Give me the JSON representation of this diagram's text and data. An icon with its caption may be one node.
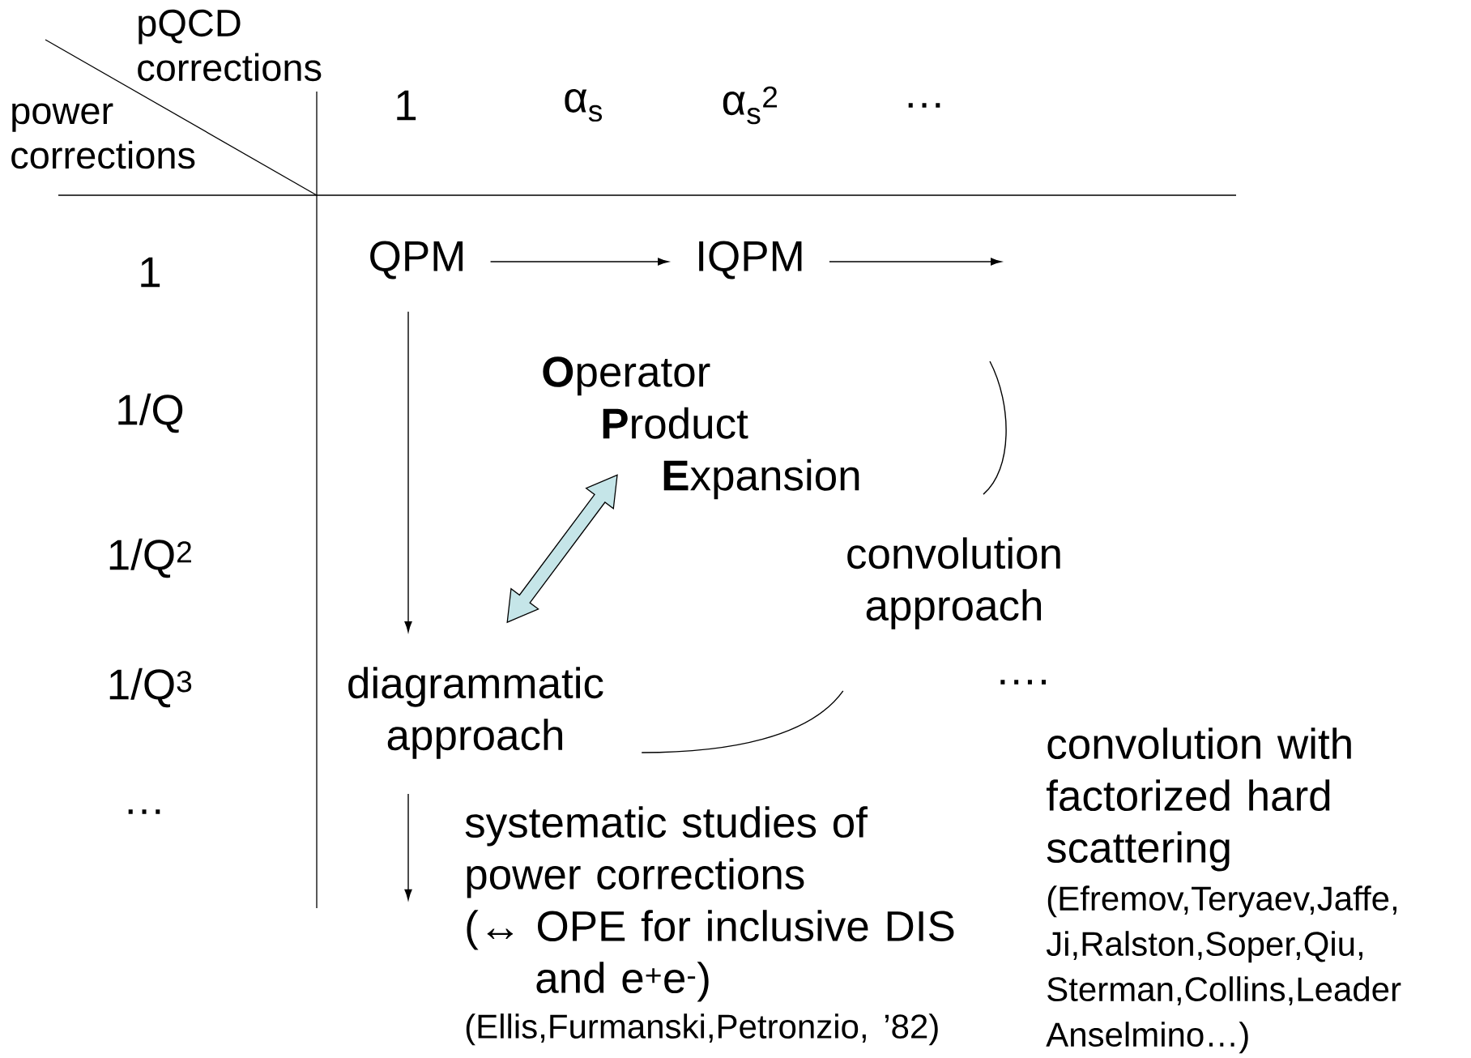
{
  "diagram": {
    "nodes": [
      {
        "text": [
          "QPM"
        ]
      },
      {
        "text": [
          "IQPM"
        ]
      },
      {
        "text": [
          "**O**perator",
          "**P**roduct",
          "**E**xpansion"
        ]
      },
      {
        "text": [
          "diagrammatic approach"
        ]
      },
      {
        "text": [
          "convolution approach"
        ]
      },
      {
        "text": [
          "systematic studies of power corrections",
          "(↔ OPE for inclusive DIS and e$^{+}$e$^{-}$)",
          "(Ellis,Furmanski,Petronzio, ’82)"
        ]
      }
    ],
    "edges": [
      {
        "from": 0,
        "to": 1,
        "arrow": "to"
      },
      {
        "from": 1,
        "to": null,
        "arrow": "to"
      },
      {
        "from": 0,
        "to": 3,
        "arrow": "to"
      },
      {
        "from": 2,
        "to": 3,
        "arrow": "both",
        "style": "thick",
        "color": "#c5e5e8"
      },
      {
        "from": null,
        "to": 4,
        "arrow": "none"
      },
      {
        "from": 4,
        "to": 3,
        "arrow": "none"
      },
      {
        "from": 3,
        "to": 5,
        "arrow": "to"
      }
    ],
    "labels": [
      "pQCD corrections",
      "power corrections",
      "1",
      "α$_{s}$",
      "α$_{s}$$^{2}$",
      "…",
      "1",
      "1/Q",
      "1/Q$^{2}$",
      "1/Q$^{3}$",
      "…",
      "….",
      "convolution with factorized hard scattering",
      "(Efremov,Teryaev,Jaffe, Ji,Ralston,Soper,Qiu, Sterman,Collins,Leader Anselmino…)"
    ]
  }
}
